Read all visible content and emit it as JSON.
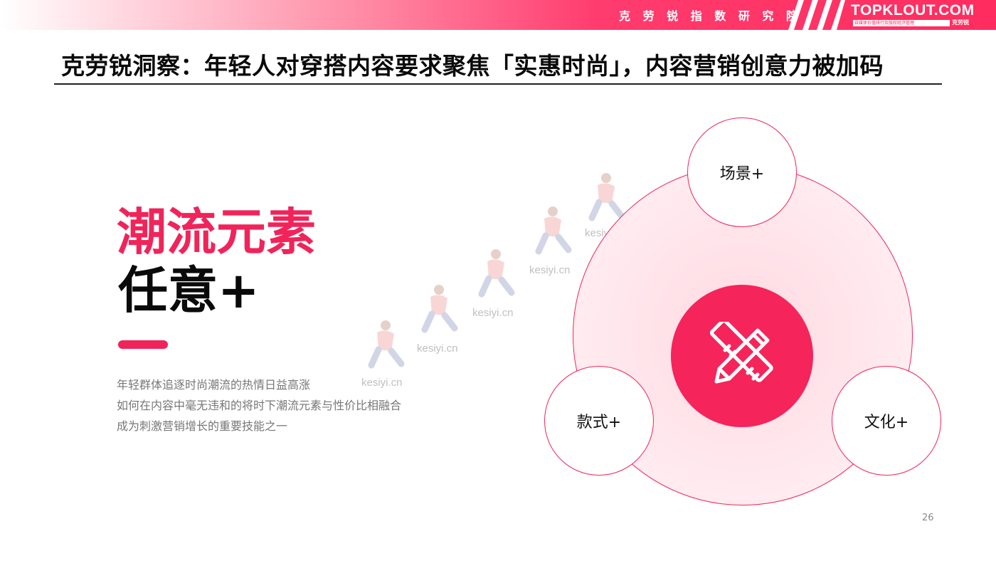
{
  "header": {
    "institute": "克 劳 锐 指 数 研 究 院",
    "logo_main": "TOPKLOUT.COM",
    "logo_sub": "自媒体价值排行及版权经济管理",
    "logo_sub_brand": "克劳锐"
  },
  "headline": "克劳锐洞察：年轻人对穿搭内容要求聚焦「实惠时尚」，内容营销创意力被加码",
  "left": {
    "title_red": "潮流元素",
    "title_black": "任意+",
    "description": [
      "年轻群体追逐时尚潮流的热情日益高涨",
      "如何在内容中毫无违和的将时下潮流元素与性价比相融合",
      "成为刺激营销增长的重要技能之一"
    ]
  },
  "watermark": {
    "text": [
      "kesiyi.cn",
      "kesiyi.cn",
      "kesiyi.cn",
      "kesiyi.cn",
      "kesiyi.cn"
    ]
  },
  "diagram": {
    "center_icon": "pencil-ruler-icon",
    "nodes": {
      "top": "场景+",
      "left": "款式+",
      "right": "文化+"
    }
  },
  "page_number": "26",
  "colors": {
    "accent": "#f0245a",
    "banner_end": "#ff2c5f",
    "circle_fill": "#ffe9ee"
  }
}
